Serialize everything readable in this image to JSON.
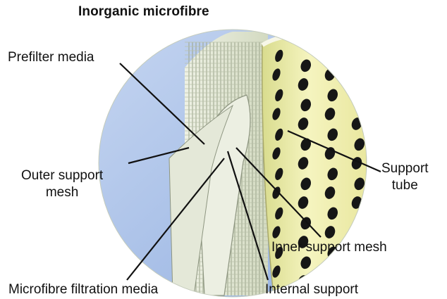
{
  "title": "Inorganic microfibre",
  "labels": {
    "prefilter": "Prefilter media",
    "outer_support_line1": "Outer support",
    "outer_support_line2": "mesh",
    "support_tube_line1": "Support",
    "support_tube_line2": "tube",
    "inner_support": "Inner support mesh",
    "microfibre": "Microfibre filtration media",
    "internal_support": "Internal support"
  },
  "colors": {
    "sky": "#a9c2e8",
    "pleat": "#dfe4cf",
    "tube": "#efeeaa",
    "hole": "#161616",
    "leader": "#111111"
  }
}
